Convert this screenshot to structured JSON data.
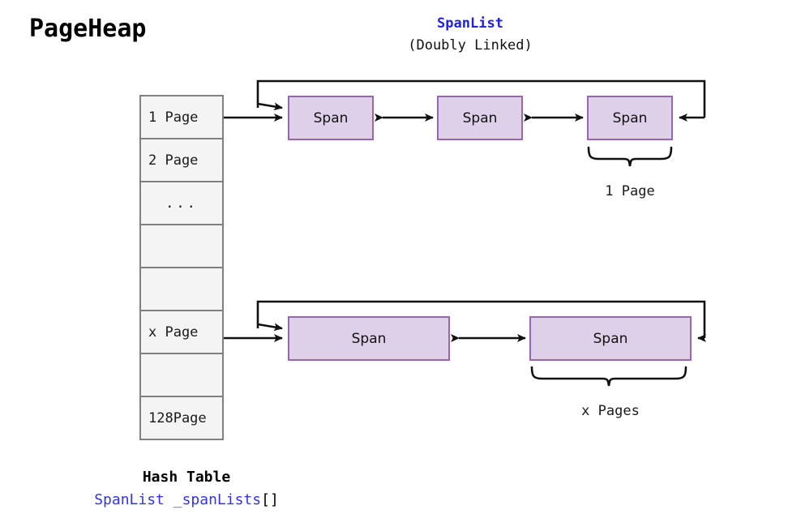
{
  "title": "PageHeap",
  "spanlist": {
    "name": "SpanList",
    "subtitle": "(Doubly Linked)",
    "name_color": "#2222dd"
  },
  "hash_table": {
    "cells": [
      {
        "label": "1 Page",
        "has_link": true
      },
      {
        "label": "2 Page",
        "has_link": false
      },
      {
        "label": "...",
        "has_link": false
      },
      {
        "label": "",
        "has_link": false
      },
      {
        "label": "",
        "has_link": false
      },
      {
        "label": "x Page",
        "has_link": true
      },
      {
        "label": "",
        "has_link": false
      },
      {
        "label": "128Page",
        "has_link": false
      }
    ],
    "caption": "Hash Table",
    "declaration_type": "SpanList",
    "declaration_name": " _spanLists",
    "declaration_brackets": "[]",
    "cell_fill": "#f4f4f4",
    "cell_border": "#808080"
  },
  "rows": [
    {
      "source_cell": "1 Page",
      "spans": [
        {
          "label": "Span"
        },
        {
          "label": "Span"
        },
        {
          "label": "Span"
        }
      ],
      "brace_label": "1 Page"
    },
    {
      "source_cell": "x Page",
      "spans": [
        {
          "label": "Span"
        },
        {
          "label": "Span"
        }
      ],
      "brace_label": "x Pages"
    }
  ],
  "style": {
    "span_fill": "#ddd0e8",
    "span_border": "#9b63b5",
    "line_color": "#111111"
  }
}
